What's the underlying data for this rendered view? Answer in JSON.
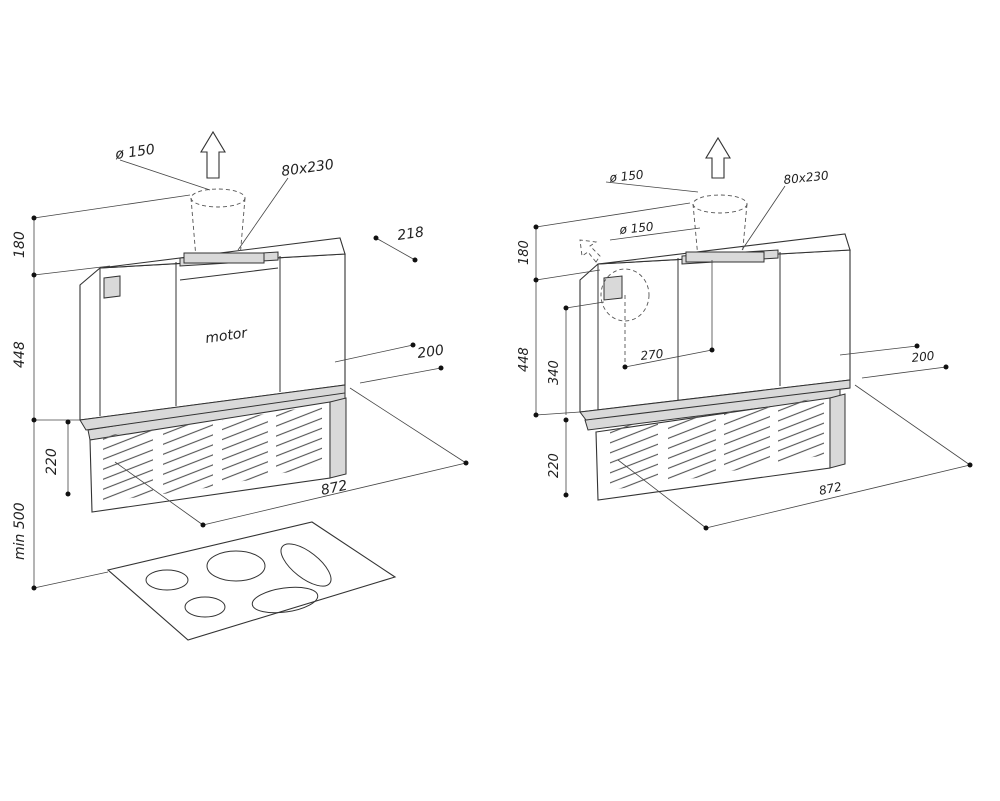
{
  "left_view": {
    "dims": {
      "h_top": "180",
      "h_body": "448",
      "h_grille": "220",
      "h_min": "min 500",
      "duct_dia": "ø 150",
      "outlet": "80x230",
      "depth_top": "218",
      "depth_bottom": "200",
      "width": "872"
    },
    "label_motor": "motor"
  },
  "right_view": {
    "dims": {
      "h_top": "180",
      "h_body": "448",
      "h_side": "340",
      "h_grille": "220",
      "duct_dia": "ø 150",
      "side_dia": "ø 150",
      "outlet": "80x230",
      "offset": "270",
      "depth_bottom": "200",
      "width": "872"
    }
  }
}
